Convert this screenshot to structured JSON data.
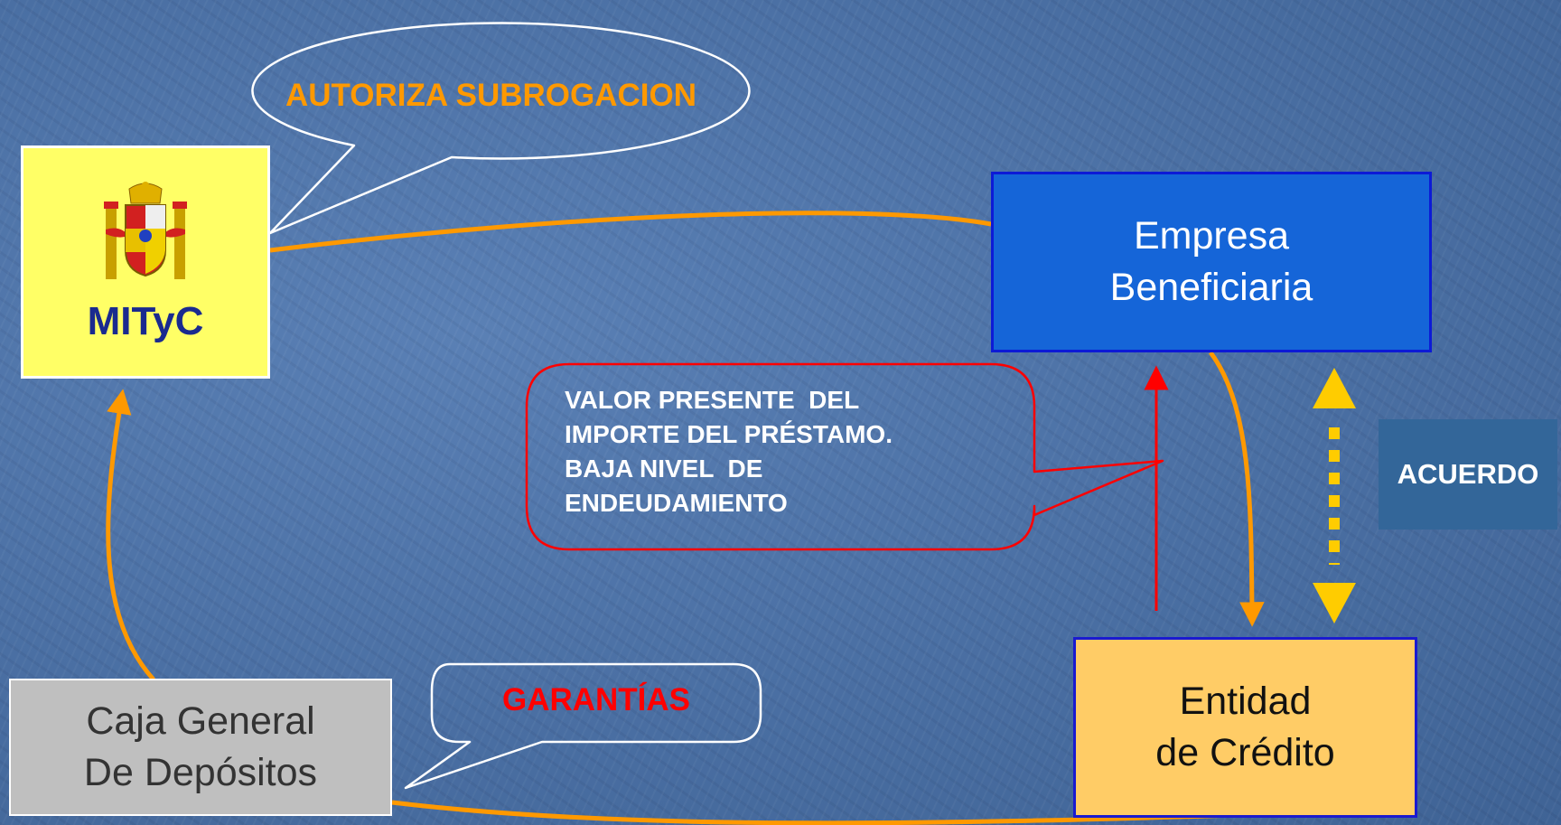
{
  "nodes": {
    "mityc": {
      "label": "MITyC"
    },
    "empresa": {
      "line1": "Empresa",
      "line2": "Beneficiaria"
    },
    "entidad": {
      "line1": "Entidad",
      "line2": "de Crédito"
    },
    "caja": {
      "line1": "Caja General",
      "line2": "De Depósitos"
    },
    "acuerdo": {
      "label": "ACUERDO"
    }
  },
  "callouts": {
    "autoriza": "AUTORIZA SUBROGACION",
    "garantias": "GARANTÍAS",
    "valor": {
      "line1": "VALOR PRESENTE  DEL",
      "line2": "IMPORTE DEL PRÉSTAMO.",
      "line3": "BAJA NIVEL  DE",
      "line4": "ENDEUDAMIENTO"
    }
  },
  "colors": {
    "background": "#4a6fa3",
    "mityc_fill": "#ffff66",
    "empresa_fill": "#1565d8",
    "entidad_fill": "#ffcc66",
    "caja_fill": "#bfbfbf",
    "acuerdo_fill": "#336699",
    "flow_orange": "#ff9900",
    "red": "#ff0000",
    "agreement_yellow": "#ffcc00"
  }
}
